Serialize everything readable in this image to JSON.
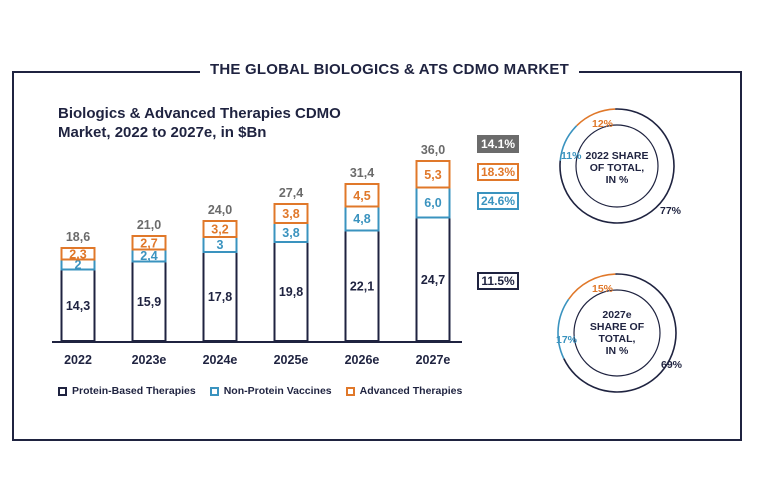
{
  "header": {
    "title": "THE GLOBAL BIOLOGICS & ATS CDMO MARKET"
  },
  "colors": {
    "navy": "#1f2340",
    "blue": "#3a93bf",
    "orange": "#e0782a",
    "gray": "#6b6b6b"
  },
  "chart_data": [
    {
      "type": "bar",
      "stacked": true,
      "title": "Biologics & Advanced Therapies CDMO Market, 2022 to 2027e, in $Bn",
      "categories": [
        "2022",
        "2023e",
        "2024e",
        "2025e",
        "2026e",
        "2027e"
      ],
      "series": [
        {
          "name": "Protein-Based Therapies",
          "color": "#1f2340",
          "values": [
            14.3,
            15.9,
            17.8,
            19.8,
            22.1,
            24.7
          ],
          "labels": [
            "14,3",
            "15,9",
            "17,8",
            "19,8",
            "22,1",
            "24,7"
          ]
        },
        {
          "name": "Non-Protein Vaccines",
          "color": "#3a93bf",
          "values": [
            2,
            2.4,
            3,
            3.8,
            4.8,
            6.0
          ],
          "labels": [
            "2",
            "2,4",
            "3",
            "3,8",
            "4,8",
            "6,0"
          ]
        },
        {
          "name": "Advanced Therapies",
          "color": "#e0782a",
          "values": [
            2.3,
            2.7,
            3.2,
            3.8,
            4.5,
            5.3
          ],
          "labels": [
            "2,3",
            "2,7",
            "3,2",
            "3,8",
            "4,5",
            "5,3"
          ]
        }
      ],
      "totals": [
        "18,6",
        "21,0",
        "24,0",
        "27,4",
        "31,4",
        "36,0"
      ],
      "growth_labels": [
        {
          "text": "14.1%",
          "kind": "total"
        },
        {
          "text": "18.3%",
          "kind": "orange"
        },
        {
          "text": "24.6%",
          "kind": "blue"
        },
        {
          "text": "11.5%",
          "kind": "navy"
        }
      ],
      "legend_position": "bottom"
    },
    {
      "type": "pie",
      "donut": true,
      "title": "2022 SHARE OF TOTAL, IN %",
      "slices": [
        {
          "label": "Protein-Based Therapies",
          "value": 77,
          "text": "77%",
          "color": "#1f2340"
        },
        {
          "label": "Non-Protein Vaccines",
          "value": 11,
          "text": "11%",
          "color": "#3a93bf"
        },
        {
          "label": "Advanced Therapies",
          "value": 12,
          "text": "12%",
          "color": "#e0782a"
        }
      ]
    },
    {
      "type": "pie",
      "donut": true,
      "title": "2027e SHARE OF TOTAL, IN %",
      "slices": [
        {
          "label": "Protein-Based Therapies",
          "value": 69,
          "text": "69%",
          "color": "#1f2340"
        },
        {
          "label": "Non-Protein Vaccines",
          "value": 17,
          "text": "17%",
          "color": "#3a93bf"
        },
        {
          "label": "Advanced Therapies",
          "value": 15,
          "text": "15%",
          "color": "#e0782a"
        }
      ]
    }
  ],
  "donuts": {
    "d2022": {
      "line1": "2022 SHARE",
      "line2": "OF TOTAL,",
      "line3": "IN %"
    },
    "d2027": {
      "line1": "2027e",
      "line2": "SHARE OF",
      "line3": "TOTAL,",
      "line4": "IN %"
    }
  }
}
